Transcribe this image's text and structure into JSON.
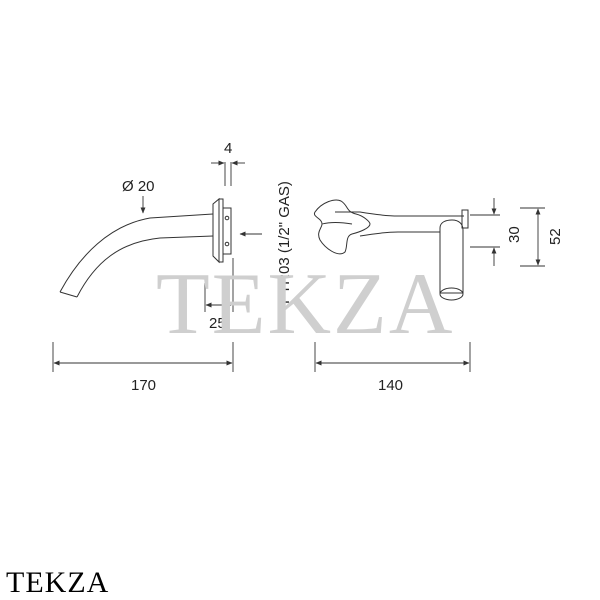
{
  "dimensions": {
    "diameter": "Ø 20",
    "flange_thickness": "4",
    "connection": "PTR03 (1/2\" GAS)",
    "wall_offset": "25",
    "spout_length": "170",
    "handle_length": "140",
    "handle_height_small": "30",
    "handle_height_large": "52"
  },
  "watermark": "TEKZA",
  "brand": "TEKZA",
  "colors": {
    "line": "#333333",
    "watermark": "#cfcfcf",
    "text": "#222222"
  }
}
